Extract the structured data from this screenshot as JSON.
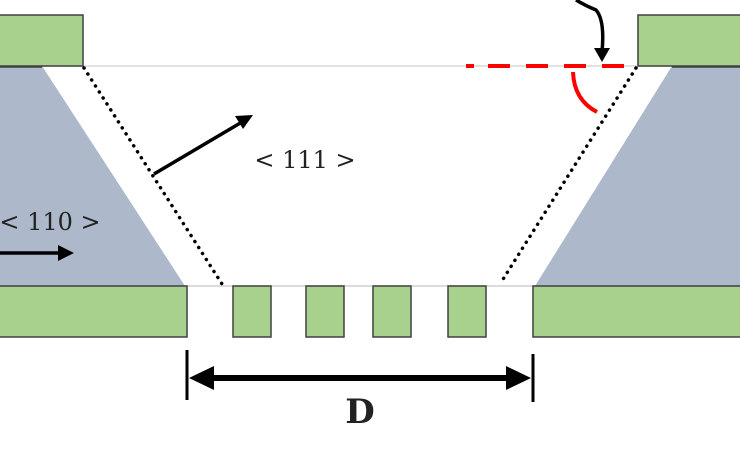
{
  "labels": {
    "direction_111": "< 111 >",
    "direction_110": "< 110 >",
    "dimension": "D"
  },
  "colors": {
    "mask": "#a8d18d",
    "silicon": "#adb9ca",
    "outline": "#404040",
    "angle_marker": "#ff0000",
    "arrow": "#000000"
  },
  "pillars": {
    "count": 4
  }
}
